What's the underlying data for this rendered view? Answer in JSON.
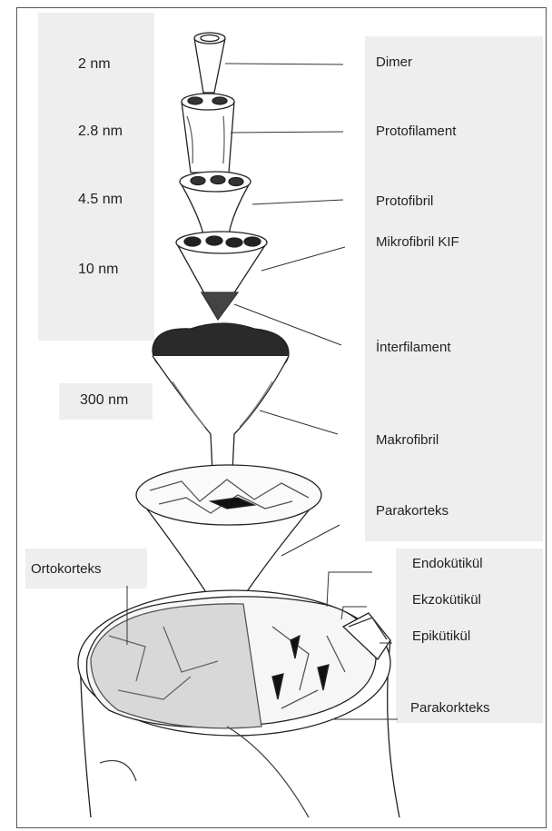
{
  "sizes": {
    "dimer": "2 nm",
    "protofilament": "2.8 nm",
    "protofibril": "4.5 nm",
    "mikrofibril": "10 nm",
    "makrofibril": "300 nm"
  },
  "labels": {
    "dimer": "Dimer",
    "protofilament": "Protofilament",
    "protofibril": "Protofibril",
    "mikrofibril": "Mikrofibril KIF",
    "interfilament": "İnterfilament",
    "makrofibril": "Makrofibril",
    "parakorteks": "Parakorteks",
    "ortokorteks": "Ortokorteks",
    "endokutikul": "Endokütikül",
    "ekzokutikul": "Ekzokütikül",
    "epikutikul": "Epikütikül",
    "parakorkteks": "Parakorkteks"
  },
  "colors": {
    "panel": "#eeeeee",
    "ink": "#222222",
    "border": "#555555"
  }
}
